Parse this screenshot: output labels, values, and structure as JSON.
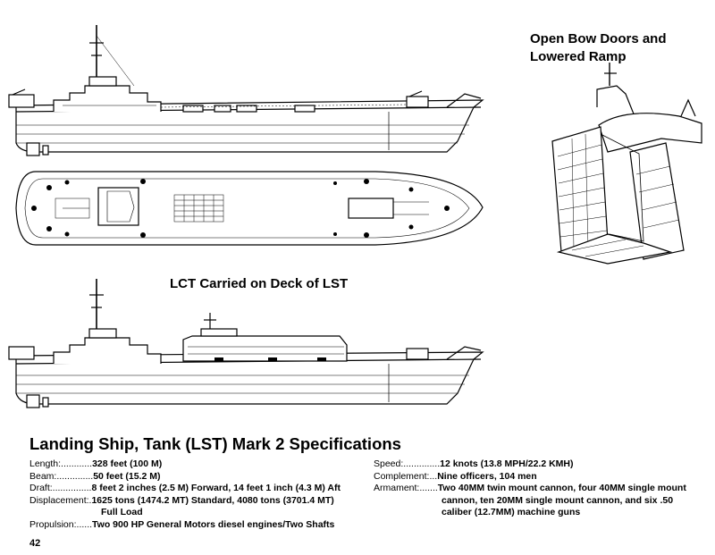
{
  "captions": {
    "bow_doors": [
      "Open Bow Doors and",
      "Lowered Ramp"
    ],
    "lct_on_deck": "LCT Carried on Deck of LST"
  },
  "title": "Landing Ship, Tank (LST) Mark 2 Specifications",
  "specs_left": [
    {
      "label": "Length:",
      "leader": "............",
      "value": "328 feet (100 M)"
    },
    {
      "label": "Beam:",
      "leader": "..............",
      "value": "50 feet (15.2 M)"
    },
    {
      "label": "Draft:",
      "leader": "...............",
      "value": "8 feet 2 inches (2.5 M) Forward, 14 feet 1 inch (4.3 M) Aft"
    },
    {
      "label": "Displacement:",
      "leader": ".",
      "value": "1625 tons (1474.2 MT) Standard, 4080 tons (3701.4 MT)"
    },
    {
      "label": "",
      "leader": "",
      "value": "Full Load"
    },
    {
      "label": "Propulsion:",
      "leader": "......",
      "value": "Two 900 HP General Motors diesel engines/Two Shafts"
    }
  ],
  "specs_right": [
    {
      "label": "Speed:",
      "leader": "..............",
      "value": "12 knots (13.8 MPH/22.2 KMH)"
    },
    {
      "label": "Complement:",
      "leader": "...",
      "value": "Nine officers, 104 men"
    },
    {
      "label": "Armament:",
      "leader": ".......",
      "value": "Two 40MM twin mount cannon, four 40MM single mount"
    },
    {
      "label": "",
      "leader": "",
      "value": "cannon, ten 20MM single mount cannon, and six .50"
    },
    {
      "label": "",
      "leader": "",
      "value": "caliber (12.7MM) machine guns"
    }
  ],
  "page_number": "42"
}
